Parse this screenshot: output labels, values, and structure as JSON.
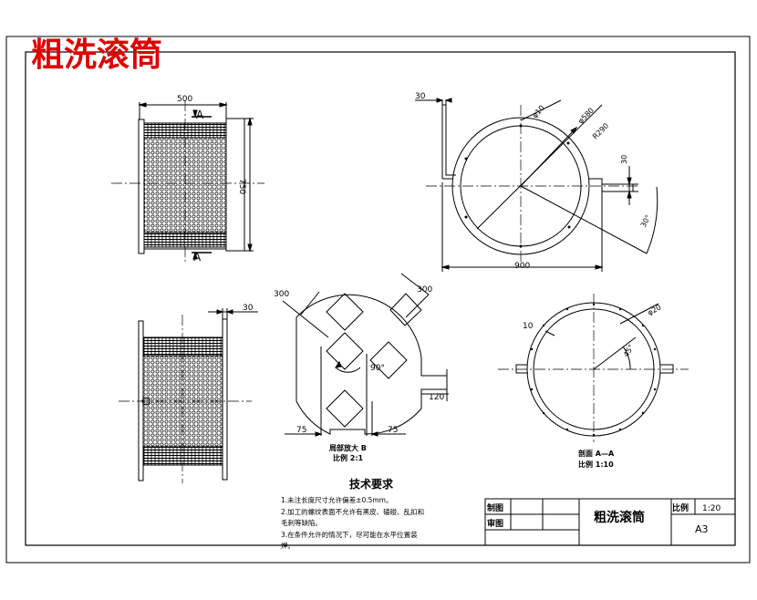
{
  "drawing": {
    "title": "粗洗滚筒",
    "colors": {
      "title_red": "#e00000",
      "line": "#000000",
      "paper": "#ffffff"
    }
  },
  "front_view": {
    "dim_width": "500",
    "dim_height": "750",
    "section_mark": "A"
  },
  "top_right_view": {
    "dim_flange": "30",
    "dim_hole": "φ10",
    "dim_dia_outer": "φ580",
    "dim_radius": "R290",
    "dim_right_30": "30",
    "dim_angle": "30°",
    "dim_width": "900"
  },
  "side_view": {
    "dim_flange": "30"
  },
  "detail_view": {
    "dim_left_300": "300",
    "dim_right_300": "300",
    "angle": "90°",
    "dim_120": "120",
    "dim_75_left": "75",
    "dim_75_right": "75",
    "caption_line1": "局部放大  B",
    "caption_line2": "比例  2:1"
  },
  "section_view": {
    "dim_10": "10",
    "dim_hole": "φ20",
    "angle": "45°",
    "caption_line1": "剖面  A—A",
    "caption_line2": "比例  1:10"
  },
  "notes": {
    "heading": "技术要求",
    "items": [
      "1.未注长度尺寸允许偏差±0.5mm。",
      "2.加工的螺纹表面不允许有黑皮、磕碰、乱扣和",
      "毛刺等缺陷。",
      "3.在条件允许的情况下，尽可能在水平位置装",
      "焊。"
    ]
  },
  "title_block": {
    "drawn_label": "制图",
    "checked_label": "审图",
    "name": "粗洗滚筒",
    "scale_label": "比例",
    "scale_value": "1:20",
    "sheet_size": "A3"
  }
}
